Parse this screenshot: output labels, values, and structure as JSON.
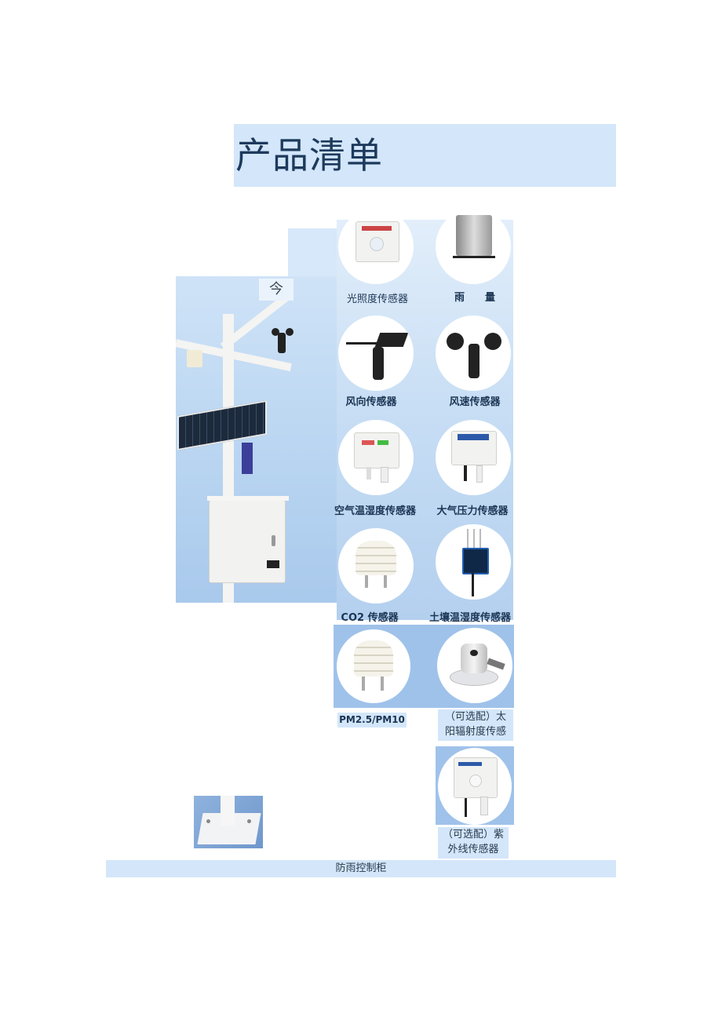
{
  "page": {
    "title": "产品清单",
    "colors": {
      "title_bg": "#d3e6fa",
      "title_text": "#1d3a5c",
      "label_text": "#1c3554",
      "panel_blue": "#9fc2ea"
    }
  },
  "station_image": {
    "overlay_label": "今",
    "alt": "weather station with solar panel and cabinet"
  },
  "sensors": [
    {
      "label": "光照度传感器",
      "icon": "light-sensor-icon"
    },
    {
      "label": "雨　　量",
      "icon": "rain-gauge-icon"
    },
    {
      "label": "风向传感器",
      "icon": "wind-vane-icon"
    },
    {
      "label": "风速传感器",
      "icon": "anemometer-icon"
    },
    {
      "label": "空气温湿度传感器",
      "icon": "air-temp-humidity-sensor-icon"
    },
    {
      "label": "大气压力传感器",
      "icon": "pressure-sensor-icon"
    },
    {
      "label": "CO2 传感器",
      "icon": "co2-sensor-icon"
    },
    {
      "label": "土壤温湿度传感器",
      "icon": "soil-sensor-icon"
    }
  ],
  "extras": {
    "pm_label": "PM2.5/PM10",
    "solar_radiation_label_line1": "（可选配）太",
    "solar_radiation_label_line2": "阳辐射度传感",
    "uv_label_line1": "（可选配）紫",
    "uv_label_line2": "外线传感器"
  },
  "footer": {
    "label": "防雨控制柜"
  }
}
